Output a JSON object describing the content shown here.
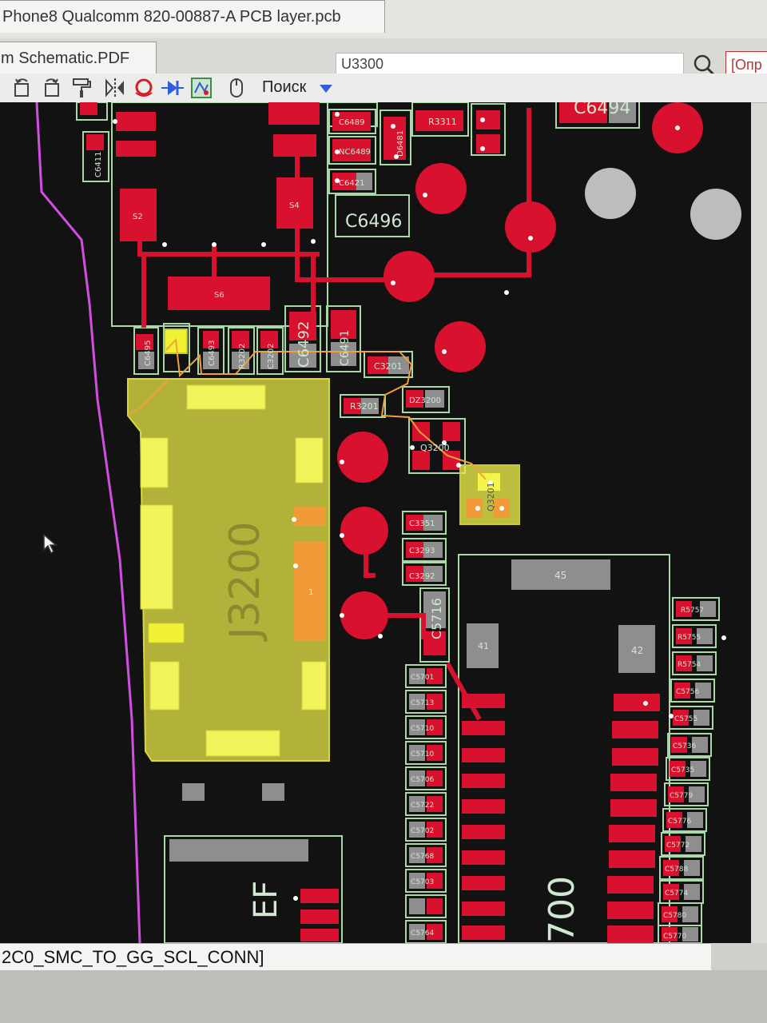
{
  "window": {
    "tab_pcb": "Phone8 Qualcomm 820-00887-A PCB layer.pcb",
    "tab_schematic": "m Schematic.PDF"
  },
  "toolbar": {
    "search_label": "Поиск",
    "search_value": "U3300",
    "extra_button": "[Опр",
    "tools": [
      "rotate-left-icon",
      "rotate-right-icon",
      "paint-roller-icon",
      "mirror-icon",
      "net-highlight-icon",
      "diode-icon",
      "layers-icon",
      "mouse-icon"
    ]
  },
  "pcb": {
    "connector": "J3200",
    "big_left_label": "EF",
    "big_right_label": "700",
    "components": {
      "c6494": "C6494",
      "c6496": "C6496",
      "c6489": "C6489",
      "nc6489": "NC6489",
      "c6421": "C6421",
      "r3311": "R3311",
      "d6481": "D6481",
      "c6411": "C6411",
      "s2": "S2",
      "s4": "S4",
      "s6": "S6",
      "c6495": "C6495",
      "c6493": "C6493",
      "r3202": "R3202",
      "c3202": "C3202",
      "c6492": "C6492",
      "c6491": "C6491",
      "c3201": "C3201",
      "r3201": "R3201",
      "dz3200": "DZ3200",
      "q3200": "Q3200",
      "q3201": "Q3201",
      "c3351": "C3351",
      "c3293": "C3293",
      "c3292": "C3292",
      "c5716": "C5716",
      "p45": "45",
      "p41": "41",
      "p42": "42",
      "pin1": "1"
    },
    "left_caps": [
      "C5701",
      "C5713",
      "C5710",
      "C5710",
      "C5706",
      "C5722",
      "C5702",
      "C5768",
      "C5703",
      "C5764"
    ],
    "right_caps": [
      "R5757",
      "R5755",
      "R5754",
      "C5756",
      "C5755",
      "C5736",
      "C5735",
      "C5779",
      "C5776",
      "C5772",
      "C5788",
      "C5774",
      "C5780",
      "C5770"
    ]
  },
  "status": {
    "net_name": "2C0_SMC_TO_GG_SCL_CONN]"
  },
  "colors": {
    "board": "#121212",
    "copper_red": "#d7112e",
    "outline": "#a9d9a6",
    "highlight_yellow": "#e8e84a",
    "trace_orange": "#f0a13a",
    "board_edge": "#d24ee0",
    "search_accent": "#2f5fd8"
  }
}
